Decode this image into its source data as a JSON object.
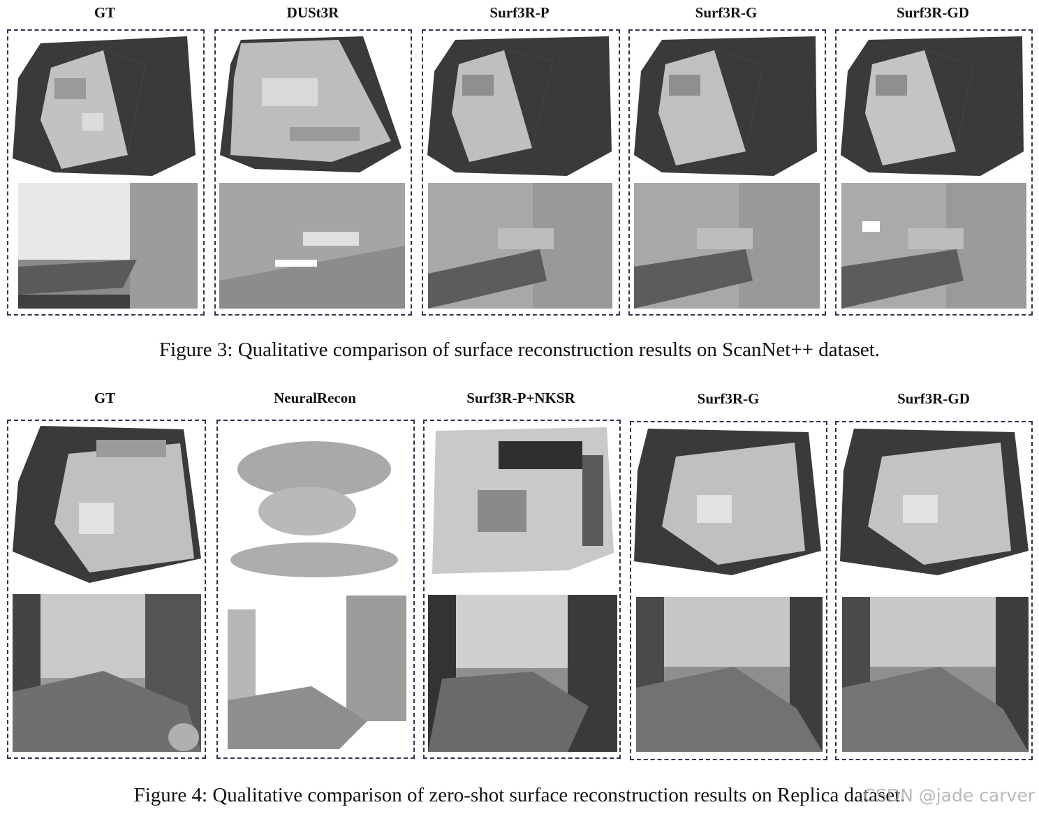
{
  "figure3": {
    "columns": [
      "GT",
      "DUSt3R",
      "Surf3R-P",
      "Surf3R-G",
      "Surf3R-GD"
    ],
    "caption": "Figure 3: Qualitative comparison of surface reconstruction results on ScanNet++ dataset."
  },
  "figure4": {
    "columns": [
      "GT",
      "NeuralRecon",
      "Surf3R-P+NKSR",
      "Surf3R-G",
      "Surf3R-GD"
    ],
    "caption": "Figure 4: Qualitative comparison of zero-shot surface reconstruction results on Replica dataset."
  },
  "watermark": "CSDN @jade carver",
  "colors": {
    "border": "#2c3550",
    "mesh_dark": "#3a3a3a",
    "mesh_light": "#b5b5b5"
  }
}
